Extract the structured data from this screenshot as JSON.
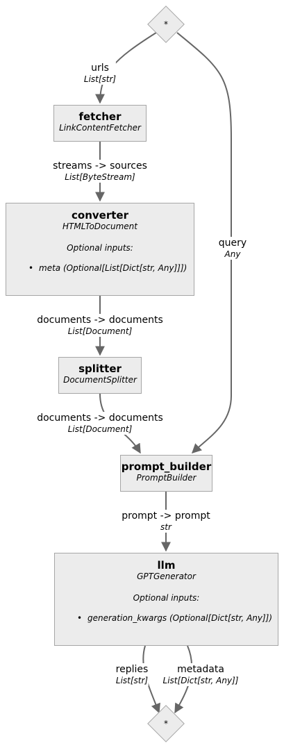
{
  "start": {
    "symbol": "*"
  },
  "end": {
    "symbol": "*"
  },
  "nodes": {
    "fetcher": {
      "name": "fetcher",
      "type": "LinkContentFetcher"
    },
    "converter": {
      "name": "converter",
      "type": "HTMLToDocument",
      "optional_heading": "Optional inputs:",
      "optional_items": [
        "meta (Optional[List[Dict[str, Any]]])"
      ]
    },
    "splitter": {
      "name": "splitter",
      "type": "DocumentSplitter"
    },
    "prompt_builder": {
      "name": "prompt_builder",
      "type": "PromptBuilder"
    },
    "llm": {
      "name": "llm",
      "type": "GPTGenerator",
      "optional_heading": "Optional inputs:",
      "optional_items": [
        "generation_kwargs (Optional[Dict[str, Any]])"
      ]
    }
  },
  "edges": {
    "urls": {
      "name": "urls",
      "type": "List[str]"
    },
    "streams": {
      "name": "streams -> sources",
      "type": "List[ByteStream]"
    },
    "docs1": {
      "name": "documents -> documents",
      "type": "List[Document]"
    },
    "docs2": {
      "name": "documents -> documents",
      "type": "List[Document]"
    },
    "query": {
      "name": "query",
      "type": "Any"
    },
    "prompt": {
      "name": "prompt -> prompt",
      "type": "str"
    },
    "replies": {
      "name": "replies",
      "type": "List[str]"
    },
    "metadata": {
      "name": "metadata",
      "type": "List[Dict[str, Any]]"
    }
  }
}
